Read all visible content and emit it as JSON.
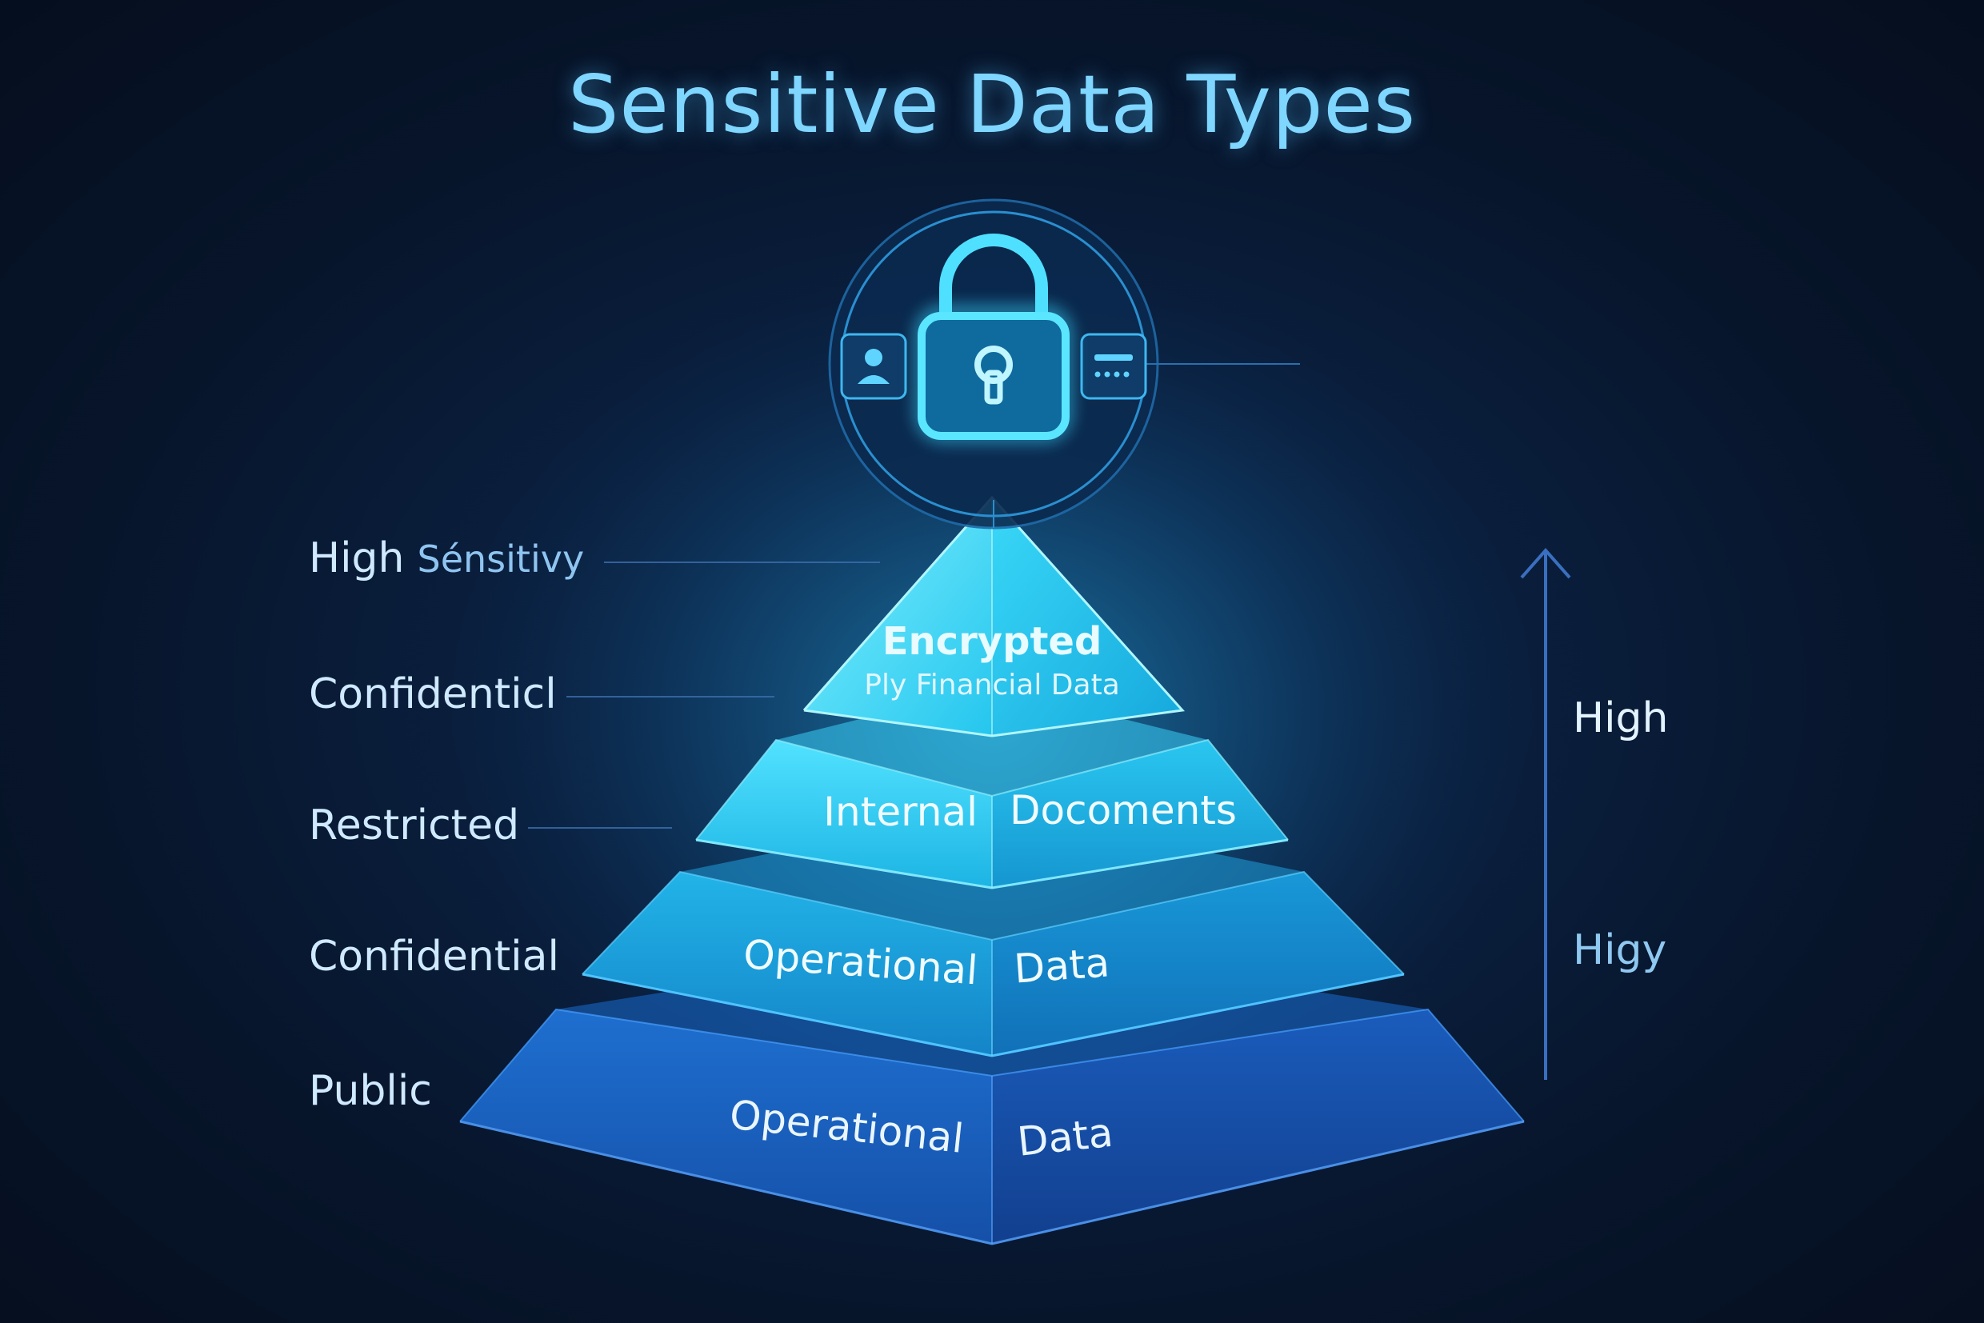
{
  "title": "Sensitive Data Types",
  "left_labels": [
    {
      "main": "High",
      "sub": "Sénsitivy"
    },
    {
      "main": "Confidenticl"
    },
    {
      "main": "Restricted"
    },
    {
      "main": "Confidential"
    },
    {
      "main": "Public"
    }
  ],
  "tiers": [
    {
      "line1": "Encrypted",
      "line2": "Ply Financial Data"
    },
    {
      "left": "Internal",
      "right": "Docoments"
    },
    {
      "left": "Operational",
      "right": "Data"
    },
    {
      "left": "Operational",
      "right": "Data"
    }
  ],
  "right_labels": {
    "top": "High",
    "bottom": "Higy"
  },
  "icons": [
    "lock-icon",
    "user-card-icon",
    "id-card-icon",
    "arrow-up-icon"
  ],
  "colors": {
    "title": "#7fd6ff",
    "tier_top": "#3fe0ff",
    "tier_base": "#1d5fc4",
    "label": "#cfe9ff",
    "arrow": "#3a6fc0"
  }
}
